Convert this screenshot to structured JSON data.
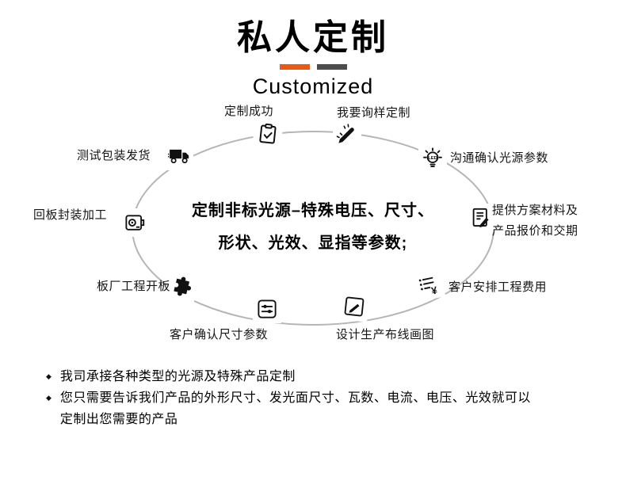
{
  "header": {
    "title": "私人定制",
    "subtitle": "Customized",
    "accent_colors": {
      "orange": "#e85b17",
      "dark": "#4d4d4d"
    }
  },
  "diagram": {
    "ellipse_color": "#b5b5b5",
    "center_text": "定制非标光源–特殊电压、尺寸、\n形状、光效、显指等参数;",
    "nodes": [
      {
        "label": "我要询样定制",
        "icon": "pen-icon"
      },
      {
        "label": "沟通确认光源参数",
        "icon": "led-bulb-icon"
      },
      {
        "label": "提供方案材料及\n产品报价和交期",
        "icon": "document-quote-icon"
      },
      {
        "label": "客户安排工程费用",
        "icon": "fee-list-icon"
      },
      {
        "label": "设计生产布线画图",
        "icon": "drawing-pencil-icon"
      },
      {
        "label": "客户确认尺寸参数",
        "icon": "sliders-icon"
      },
      {
        "label": "板厂工程开板",
        "icon": "puzzle-icon"
      },
      {
        "label": "回板封装加工",
        "icon": "packaging-icon"
      },
      {
        "label": "测试包装发货",
        "icon": "delivery-truck-icon"
      },
      {
        "label": "定制成功",
        "icon": "clipboard-check-icon"
      }
    ]
  },
  "notes": {
    "bullet_char": "◆",
    "items": [
      "我司承接各种类型的光源及特殊产品定制",
      "您只需要告诉我们产品的外形尺寸、发光面尺寸、瓦数、电流、电压、光效就可以\n定制出您需要的产品"
    ]
  }
}
